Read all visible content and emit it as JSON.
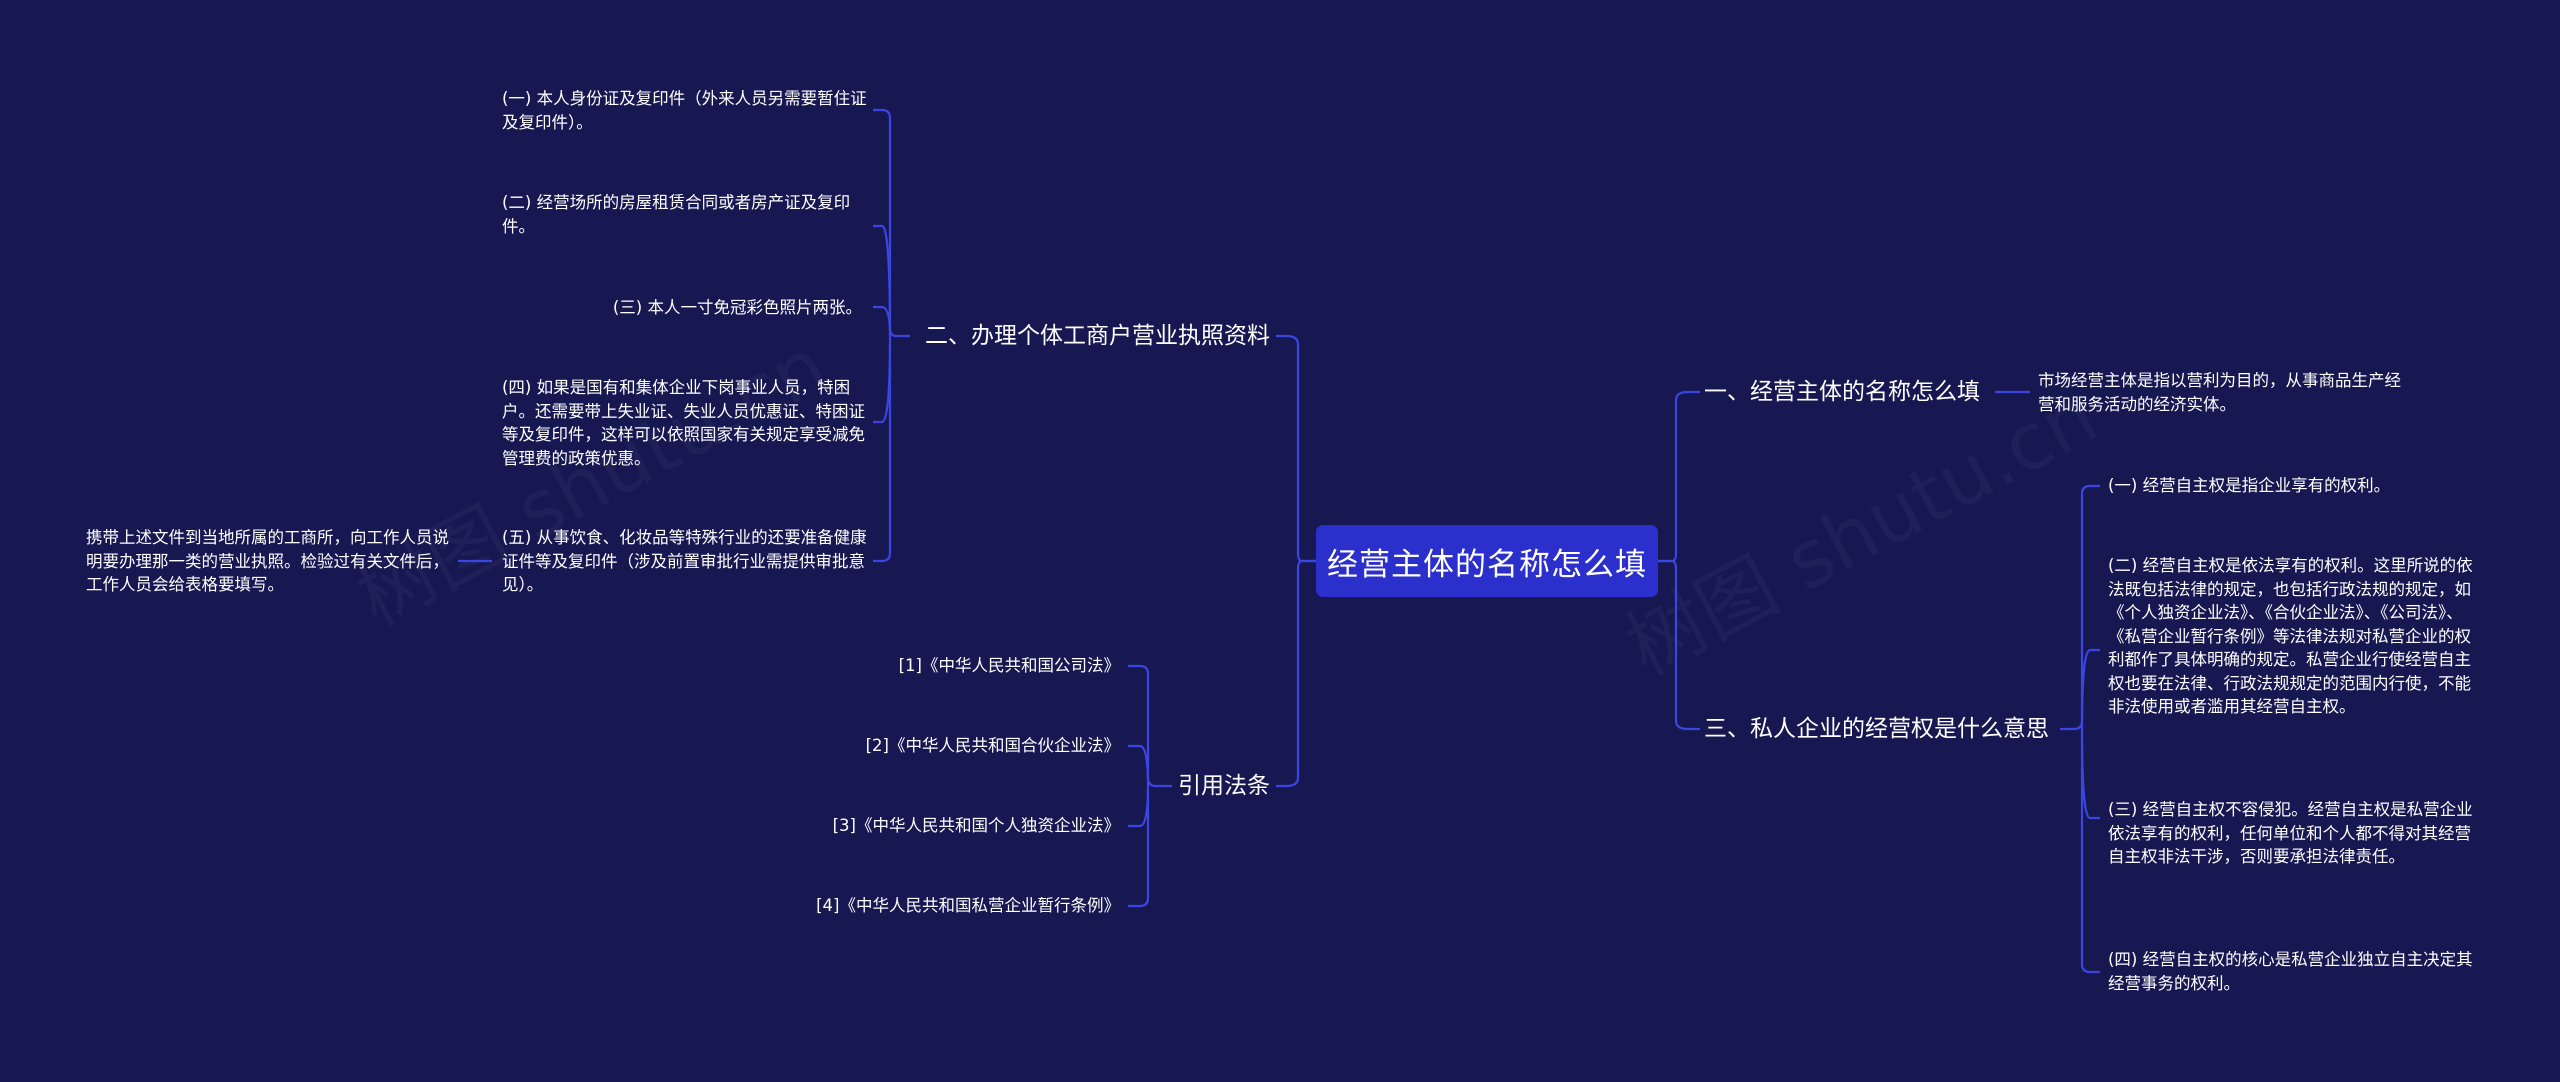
{
  "root": "经营主体的名称怎么填",
  "watermark": "树图 shutu.cn",
  "colors": {
    "background": "#171852",
    "root": "#2b2fcc",
    "connector": "#3b46e0",
    "text": "#ffffff"
  },
  "right": {
    "b1": {
      "title": "一、经营主体的名称怎么填",
      "leaf": "市场经营主体是指以营利为目的，从事商品生产经营和服务活动的经济实体。"
    },
    "b3": {
      "title": "三、私人企业的经营权是什么意思",
      "leaves": [
        "(一) 经营自主权是指企业享有的权利。",
        "(二) 经营自主权是依法享有的权利。这里所说的依法既包括法律的规定，也包括行政法规的规定，如《个人独资企业法》、《合伙企业法》、《公司法》、《私营企业暂行条例》等法律法规对私营企业的权利都作了具体明确的规定。私营企业行使经营自主权也要在法律、行政法规规定的范围内行使，不能非法使用或者滥用其经营自主权。",
        "(三) 经营自主权不容侵犯。经营自主权是私营企业依法享有的权利，任何单位和个人都不得对其经营自主权非法干涉，否则要承担法律责任。",
        "(四) 经营自主权的核心是私营企业独立自主决定其经营事务的权利。"
      ]
    }
  },
  "left": {
    "b2": {
      "title": "二、办理个体工商户营业执照资料",
      "leaves": [
        "(一) 本人身份证及复印件（外来人员另需要暂住证及复印件）。",
        "(二) 经营场所的房屋租赁合同或者房产证及复印件。",
        "(三) 本人一寸免冠彩色照片两张。",
        "(四) 如果是国有和集体企业下岗事业人员，特困户。还需要带上失业证、失业人员优惠证、特困证等及复印件，这样可以依照国家有关规定享受减免管理费的政策优惠。",
        "(五) 从事饮食、化妆品等特殊行业的还要准备健康证件等及复印件（涉及前置审批行业需提供审批意见）。"
      ],
      "subleaf": "携带上述文件到当地所属的工商所，向工作人员说明要办理那一类的营业执照。检验过有关文件后，工作人员会给表格要填写。"
    },
    "b4": {
      "title": "引用法条",
      "leaves": [
        "[1]《中华人民共和国公司法》",
        "[2]《中华人民共和国合伙企业法》",
        "[3]《中华人民共和国个人独资企业法》",
        "[4]《中华人民共和国私营企业暂行条例》"
      ]
    }
  }
}
